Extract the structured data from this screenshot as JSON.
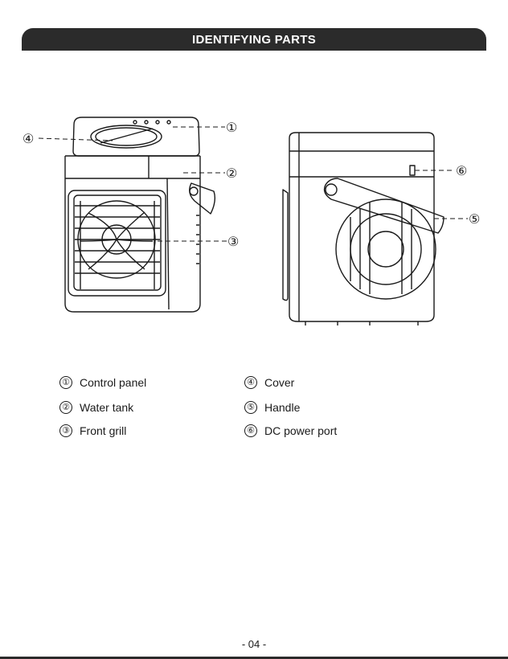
{
  "header": {
    "title": "IDENTIFYING PARTS"
  },
  "callouts": [
    "①",
    "②",
    "③",
    "④",
    "⑤",
    "⑥"
  ],
  "legend": [
    {
      "num": "①",
      "label": "Control panel"
    },
    {
      "num": "②",
      "label": "Water tank"
    },
    {
      "num": "③",
      "label": "Front grill"
    },
    {
      "num": "④",
      "label": "Cover"
    },
    {
      "num": "⑤",
      "label": "Handle"
    },
    {
      "num": "⑥",
      "label": "DC power port"
    }
  ],
  "footer": {
    "page": "- 04 -"
  },
  "colors": {
    "header_bg": "#2b2b2b",
    "line": "#1a1a1a"
  }
}
